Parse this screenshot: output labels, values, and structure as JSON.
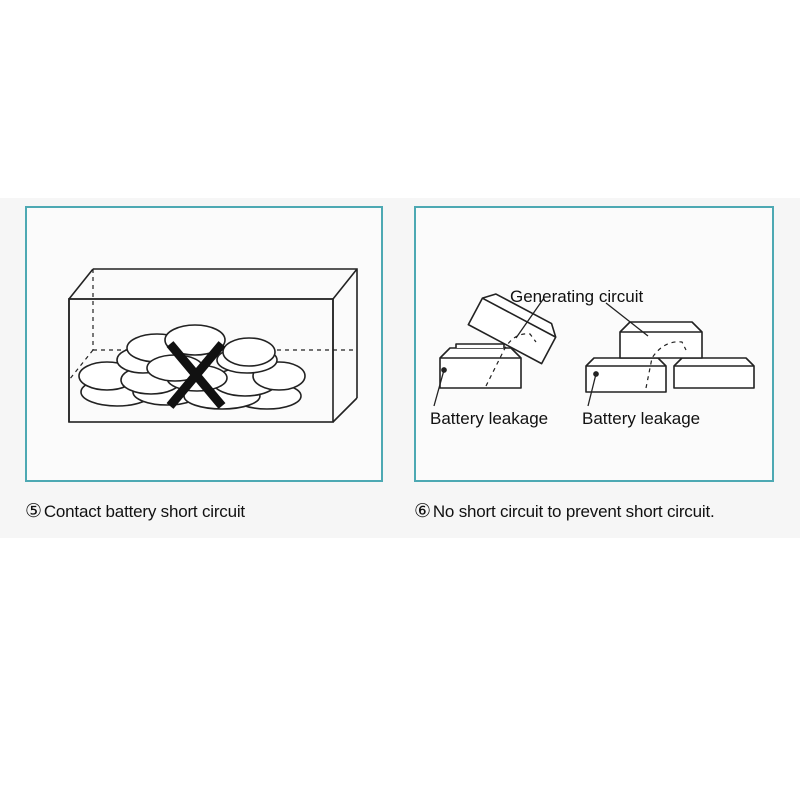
{
  "colors": {
    "panel_border": "#4da9b3",
    "stroke": "#222222",
    "band": "#f6f6f6"
  },
  "panels": [
    {
      "caption_number": "⑤",
      "caption_text": "Contact battery short circuit",
      "mark": "cross"
    },
    {
      "caption_number": "⑥",
      "caption_text": "No short circuit to prevent short circuit.",
      "labels": {
        "generating": "Generating circuit",
        "leakage_left": "Battery leakage",
        "leakage_right": "Battery leakage"
      }
    }
  ]
}
